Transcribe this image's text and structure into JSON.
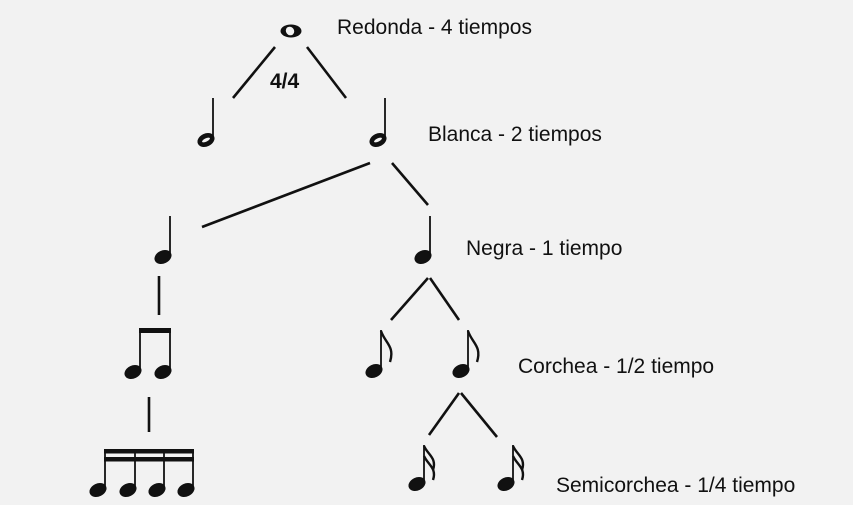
{
  "time_signature": "4/4",
  "labels": {
    "redonda": "Redonda - 4 tiempos",
    "blanca": "Blanca - 2 tiempos",
    "negra": "Negra - 1 tiempo",
    "corchea": "Corchea - 1/2 tiempo",
    "semicorchea": "Semicorchea - 1/4 tiempo"
  },
  "colors": {
    "ink": "#111111",
    "background": "#f2f2f2"
  }
}
